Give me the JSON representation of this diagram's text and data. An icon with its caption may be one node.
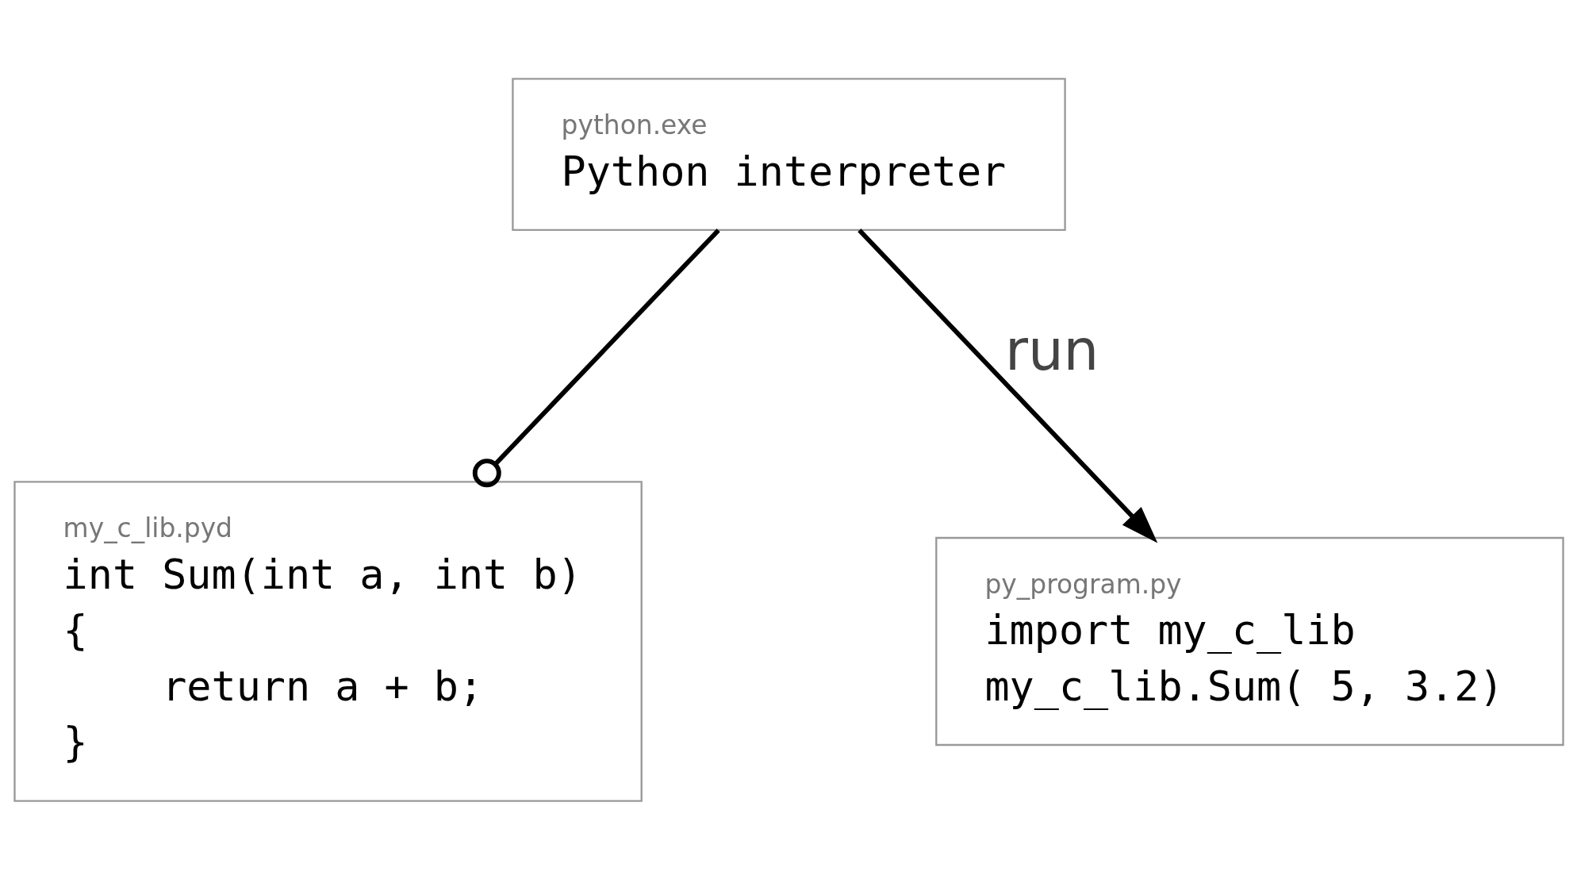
{
  "diagram": {
    "nodes": [
      {
        "text": [
          "python.exe",
          "Python interpreter"
        ]
      },
      {
        "text": [
          "my_c_lib.pyd",
          "int Sum(int a, int b)",
          "{",
          "return a + b;",
          "}"
        ]
      },
      {
        "text": [
          "py_program.py",
          "import my_c_lib",
          "my_c_lib.Sum( 5, 3.2)"
        ]
      }
    ],
    "edges": [
      {
        "from": 0,
        "to": 1,
        "arrow": "other"
      },
      {
        "from": 0,
        "to": 2,
        "arrow": "to",
        "label": "run"
      }
    ]
  }
}
